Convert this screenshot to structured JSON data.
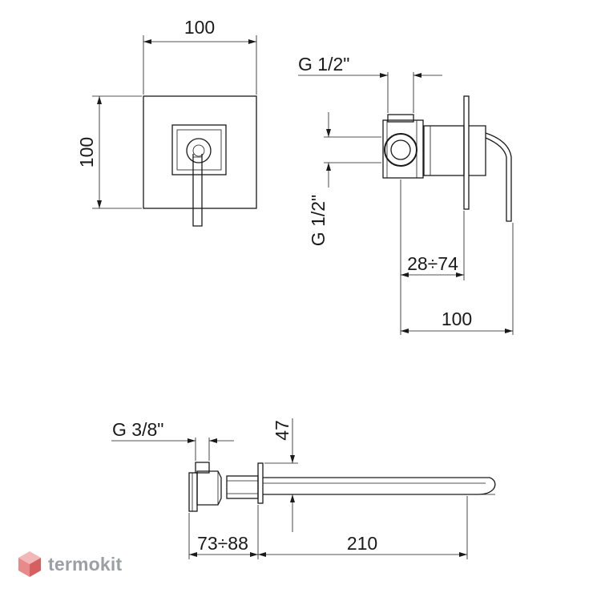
{
  "front_view": {
    "width_label": "100",
    "height_label": "100"
  },
  "side_view": {
    "thread_top_label": "G 1/2\"",
    "thread_side_label": "G 1/2\"",
    "depth_range_label": "28÷74",
    "total_depth_label": "100"
  },
  "spout_view": {
    "thread_label": "G 3/8\"",
    "height_label": "47",
    "body_range_label": "73÷88",
    "spout_length_label": "210"
  },
  "watermark": {
    "text": "termokit",
    "colors": {
      "top": "#f2b8b8",
      "left": "#e88a8a",
      "right": "#d65f5f",
      "text": "#9aa0a6"
    }
  }
}
